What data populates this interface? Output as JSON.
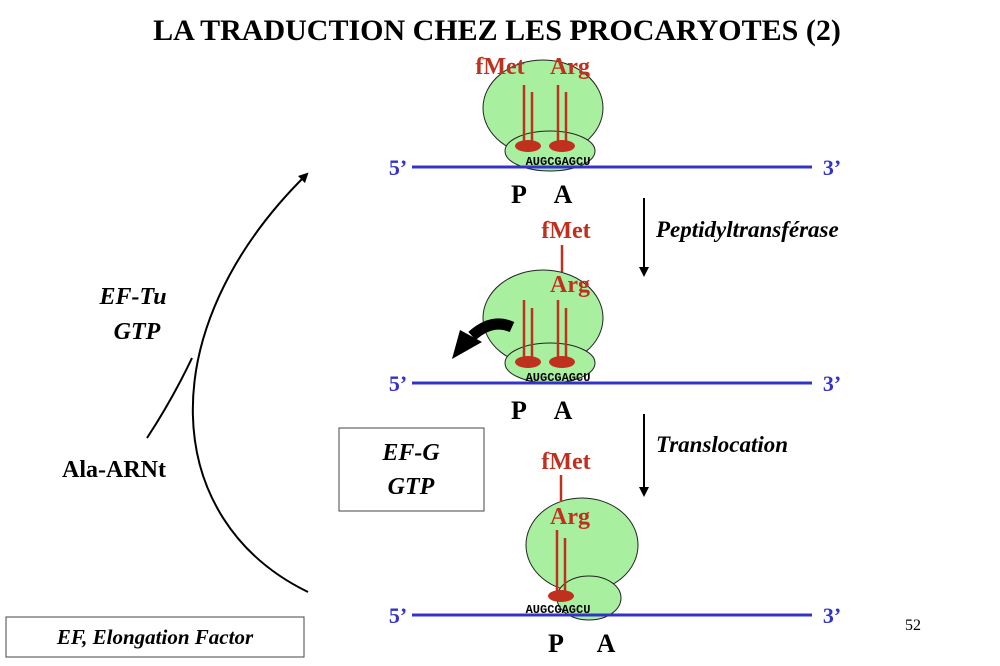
{
  "title": "LA TRADUCTION CHEZ LES PROCARYOTES (2)",
  "page_number": "52",
  "colors": {
    "mrna": "#3333cc",
    "amino": "#c0301e",
    "ribosome": "#a8f0a0",
    "outline": "#222222"
  },
  "ends": {
    "five": "5’",
    "three": "3’"
  },
  "sites": {
    "p": "P",
    "a": "A"
  },
  "codons": "AUGCGAGCU",
  "stage1": {
    "aa1": "fMet",
    "aa2": "Arg"
  },
  "stage2": {
    "aa1": "fMet",
    "aa2": "Arg"
  },
  "stage3": {
    "aa1": "fMet",
    "aa2": "Arg"
  },
  "steps": {
    "step1": "Peptidyltransférase",
    "step2": "Translocation"
  },
  "cycle": {
    "eftu_line1": "EF-Tu",
    "eftu_line2": "GTP",
    "aa_trna": "Ala-ARNt"
  },
  "efg_box": {
    "line1": "EF-G",
    "line2": "GTP"
  },
  "footnote": "EF, Elongation Factor"
}
